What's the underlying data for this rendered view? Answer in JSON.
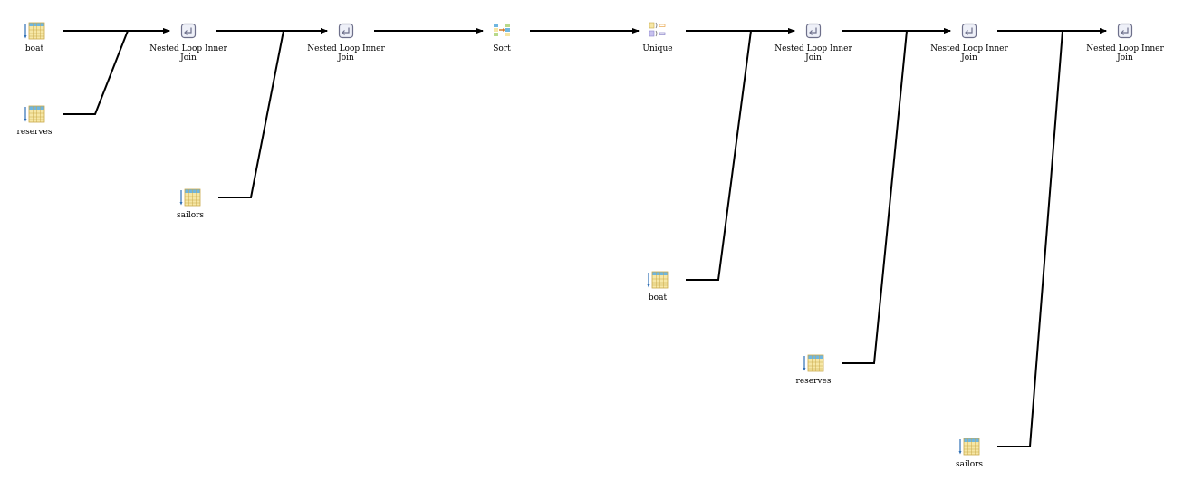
{
  "plan": {
    "nodes": [
      {
        "id": "n_boat_1",
        "label": "boat",
        "icon": "table-scan-icon"
      },
      {
        "id": "n_reserves_1",
        "label": "reserves",
        "icon": "table-scan-icon"
      },
      {
        "id": "n_nlj_1",
        "label": "Nested Loop Inner Join",
        "icon": "nested-loop-join-icon"
      },
      {
        "id": "n_sailors_1",
        "label": "sailors",
        "icon": "table-scan-icon"
      },
      {
        "id": "n_nlj_2",
        "label": "Nested Loop Inner Join",
        "icon": "nested-loop-join-icon"
      },
      {
        "id": "n_sort",
        "label": "Sort",
        "icon": "sort-icon"
      },
      {
        "id": "n_unique",
        "label": "Unique",
        "icon": "unique-icon"
      },
      {
        "id": "n_boat_2",
        "label": "boat",
        "icon": "table-scan-icon"
      },
      {
        "id": "n_nlj_3",
        "label": "Nested Loop Inner Join",
        "icon": "nested-loop-join-icon"
      },
      {
        "id": "n_reserves_2",
        "label": "reserves",
        "icon": "table-scan-icon"
      },
      {
        "id": "n_nlj_4",
        "label": "Nested Loop Inner Join",
        "icon": "nested-loop-join-icon"
      },
      {
        "id": "n_sailors_2",
        "label": "sailors",
        "icon": "table-scan-icon"
      },
      {
        "id": "n_nlj_5",
        "label": "Nested Loop Inner Join",
        "icon": "nested-loop-join-icon"
      }
    ],
    "edges": [
      [
        "n_boat_1",
        "n_nlj_1"
      ],
      [
        "n_reserves_1",
        "n_nlj_1"
      ],
      [
        "n_nlj_1",
        "n_nlj_2"
      ],
      [
        "n_sailors_1",
        "n_nlj_2"
      ],
      [
        "n_nlj_2",
        "n_sort"
      ],
      [
        "n_sort",
        "n_unique"
      ],
      [
        "n_unique",
        "n_nlj_3"
      ],
      [
        "n_boat_2",
        "n_nlj_3"
      ],
      [
        "n_nlj_3",
        "n_nlj_4"
      ],
      [
        "n_reserves_2",
        "n_nlj_4"
      ],
      [
        "n_nlj_4",
        "n_nlj_5"
      ],
      [
        "n_sailors_2",
        "n_nlj_5"
      ]
    ]
  },
  "colors": {
    "edge": "#000000",
    "table_header": "#6fb6e0",
    "table_body": "#f6e7a6",
    "table_grid": "#c9a94a",
    "scan_arrow": "#2f6fb5",
    "join_stroke": "#6d6f8a",
    "join_fill": "#eef0f8"
  }
}
